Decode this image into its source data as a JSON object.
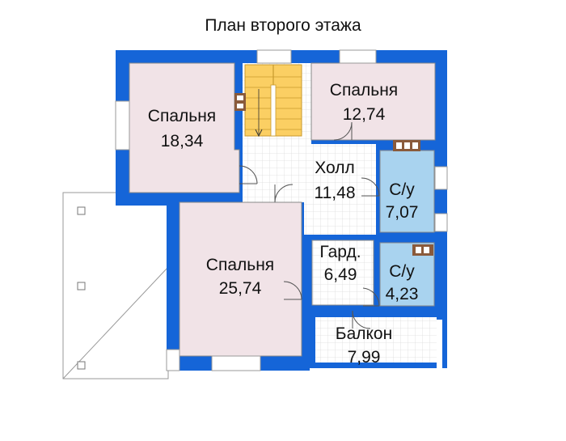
{
  "title": "План второго этажа",
  "colors": {
    "wall": "#1565d8",
    "bedroom": "#f1e3e7",
    "bathroom": "#a9d3ef",
    "stairs": "#fbcf63",
    "floor_tile": "#e6e6e6",
    "outline": "#888888"
  },
  "rooms": [
    {
      "id": "bedroom-1",
      "name": "Спальня",
      "area": "18,34"
    },
    {
      "id": "bedroom-2",
      "name": "Спальня",
      "area": "12,74"
    },
    {
      "id": "hall",
      "name": "Холл",
      "area": "11,48"
    },
    {
      "id": "bath-1",
      "name": "С/у",
      "area": "7,07"
    },
    {
      "id": "bedroom-3",
      "name": "Спальня",
      "area": "25,74"
    },
    {
      "id": "wardrobe",
      "name": "Гард.",
      "area": "6,49"
    },
    {
      "id": "bath-2",
      "name": "С/у",
      "area": "4,23"
    },
    {
      "id": "balcony",
      "name": "Балкон",
      "area": "7,99"
    }
  ]
}
